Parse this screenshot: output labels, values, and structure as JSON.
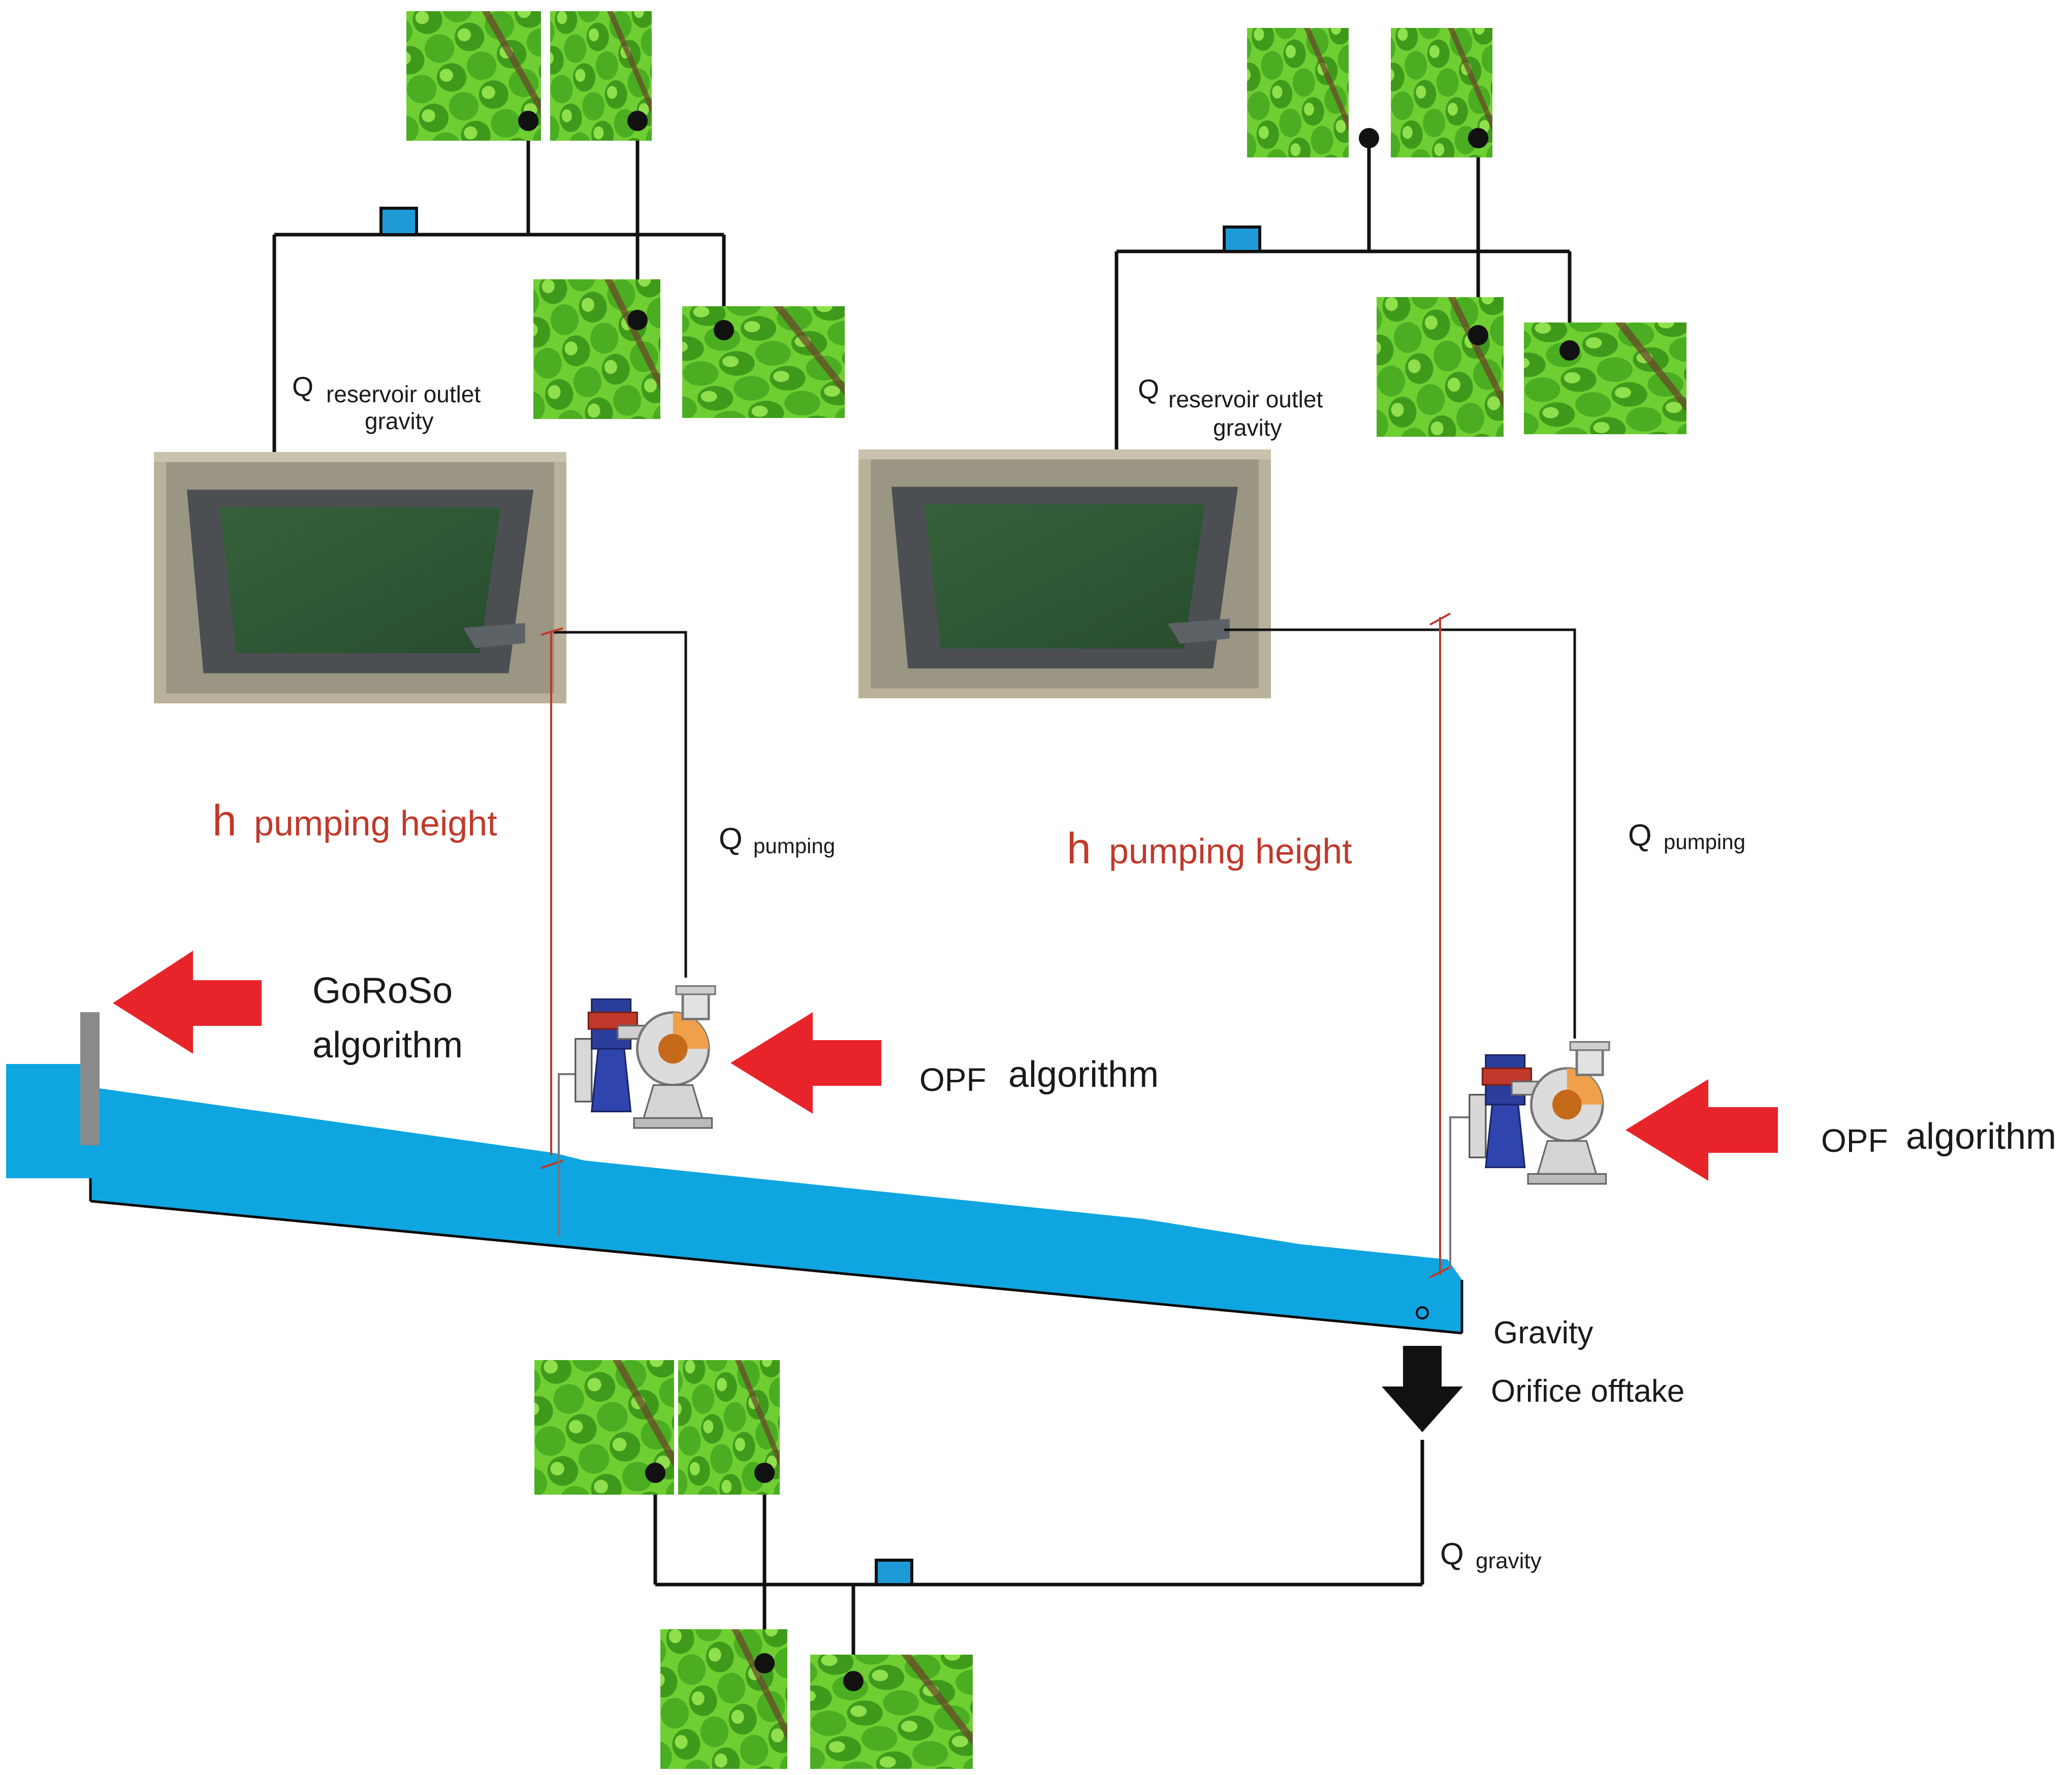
{
  "labels": {
    "q_symbol": "Q",
    "reservoir_outlet": "reservoir outlet",
    "reservoir_gravity": "gravity",
    "h_symbol": "h",
    "pumping_height": "pumping height",
    "pumping_sub": "pumping",
    "goroso_line1": "GoRoSo",
    "goroso_line2": "algorithm",
    "opf_prefix": "OPF",
    "opf_suffix": "algorithm",
    "gravity": "Gravity",
    "orifice_offtake": "Orifice offtake",
    "gravity_sub": "gravity"
  },
  "colors": {
    "canal_water": "#0ea5e0",
    "arrow_red": "#e8242b",
    "height_line": "#c0392b",
    "pipe": "#111111",
    "crop_green": "#5cbf2a",
    "reservoir_water": "#2f5a35",
    "gate_gray": "#8a8a8a"
  },
  "icons": [
    "crop-field-icon",
    "reservoir-icon",
    "pump-icon",
    "gate-icon",
    "arrow-left-icon",
    "arrow-down-icon",
    "tank-icon"
  ]
}
